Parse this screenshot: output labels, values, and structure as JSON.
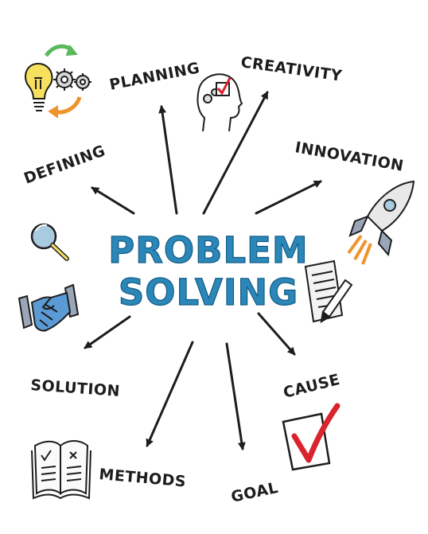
{
  "center": {
    "line1": "PROBLEM",
    "line2": "SOLVING",
    "color": "#2a87b8"
  },
  "keywords": {
    "planning": "PLANNING",
    "creativity": "CREATIVITY",
    "defining": "DEFINING",
    "innovation": "INNOVATION",
    "solution": "SOLUTION",
    "cause": "CAUSE",
    "methods": "METHODS",
    "goal": "GOAL"
  },
  "icons": [
    "lightbulb-gears-icon",
    "head-checkmark-icon",
    "magnifying-glass-icon",
    "handshake-icon",
    "rocket-icon",
    "notepad-pencil-icon",
    "checkbox-checkmark-icon",
    "open-book-icon"
  ],
  "colors": {
    "ink": "#1d1d1d",
    "blue": "#2a87b8",
    "check_red": "#d9232d",
    "green_arrow": "#5cb85c",
    "orange_arrow": "#f0932b",
    "bulb_yellow": "#f6e05e"
  }
}
